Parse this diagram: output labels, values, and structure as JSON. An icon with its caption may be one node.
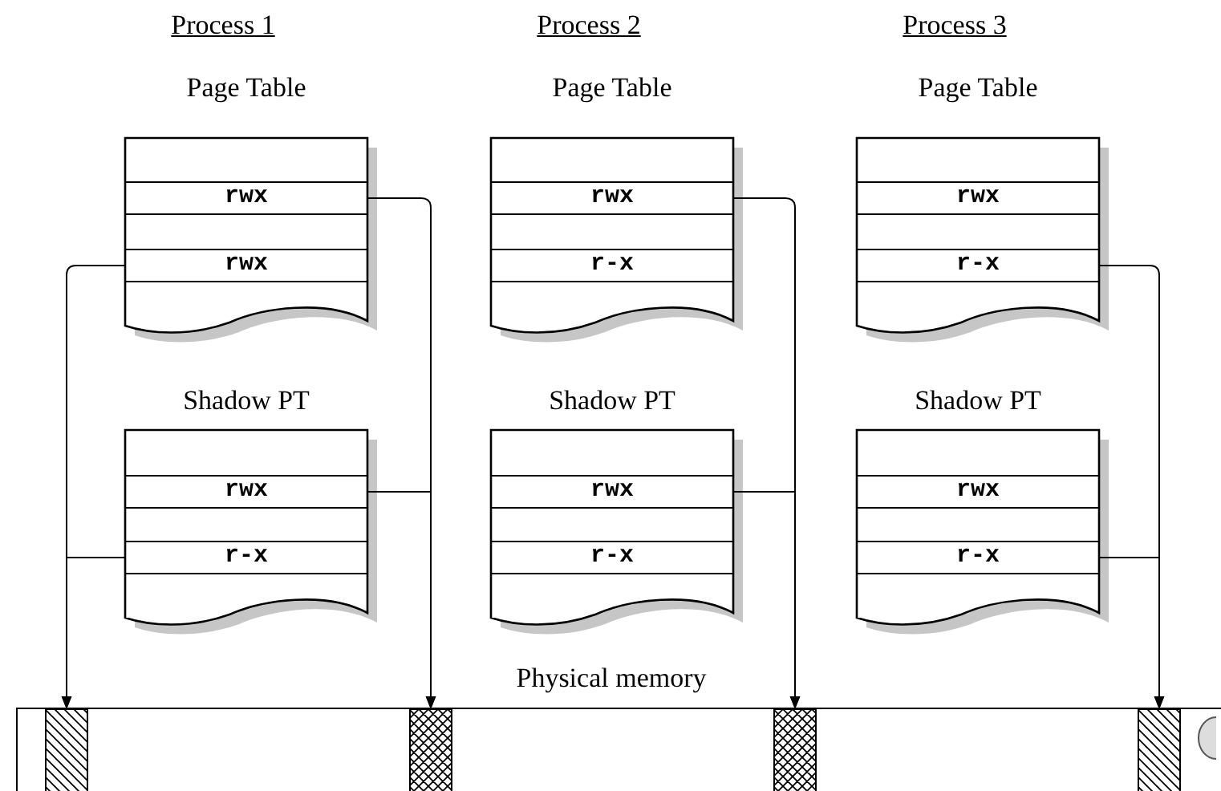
{
  "diagram": {
    "nodes": [
      {
        "text": [
          "Page Table"
        ]
      },
      {
        "text": [
          "rwx"
        ],
        "in": 0
      },
      {
        "text": [
          "rwx"
        ],
        "in": 0
      },
      {
        "text": [
          "Shadow PT"
        ]
      },
      {
        "text": [
          "rwx"
        ],
        "in": 3
      },
      {
        "text": [
          "r-x"
        ],
        "in": 3
      },
      {
        "text": [
          "Page Table"
        ]
      },
      {
        "text": [
          "rwx"
        ],
        "in": 6
      },
      {
        "text": [
          "r-x"
        ],
        "in": 6
      },
      {
        "text": [
          "Shadow PT"
        ]
      },
      {
        "text": [
          "rwx"
        ],
        "in": 9
      },
      {
        "text": [
          "r-x"
        ],
        "in": 9
      },
      {
        "text": [
          "Page Table"
        ]
      },
      {
        "text": [
          "rwx"
        ],
        "in": 12
      },
      {
        "text": [
          "r-x"
        ],
        "in": 12
      },
      {
        "text": [
          "Shadow PT"
        ]
      },
      {
        "text": [
          "rwx"
        ],
        "in": 15
      },
      {
        "text": [
          "r-x"
        ],
        "in": 15
      },
      {
        "text": [
          "Physical memory"
        ]
      },
      {
        "text": [],
        "shape": "bar",
        "in": 18
      },
      {
        "text": [],
        "shape": "bar",
        "in": 18
      },
      {
        "text": [],
        "shape": "bar",
        "in": 18
      },
      {
        "text": [],
        "shape": "bar",
        "in": 18
      }
    ],
    "edges": [
      {
        "from": 1,
        "to": 20,
        "arrow": "to"
      },
      {
        "from": 2,
        "to": 19,
        "arrow": "to"
      },
      {
        "from": 4,
        "to": 20,
        "arrow": "to"
      },
      {
        "from": 5,
        "to": 19,
        "arrow": "to"
      },
      {
        "from": 7,
        "to": 21,
        "arrow": "to"
      },
      {
        "from": 10,
        "to": 21,
        "arrow": "to"
      },
      {
        "from": 14,
        "to": 22,
        "arrow": "to"
      },
      {
        "from": 17,
        "to": 22,
        "arrow": "to"
      }
    ],
    "labels": [
      "Process 1",
      "Process 2",
      "Process 3"
    ]
  }
}
